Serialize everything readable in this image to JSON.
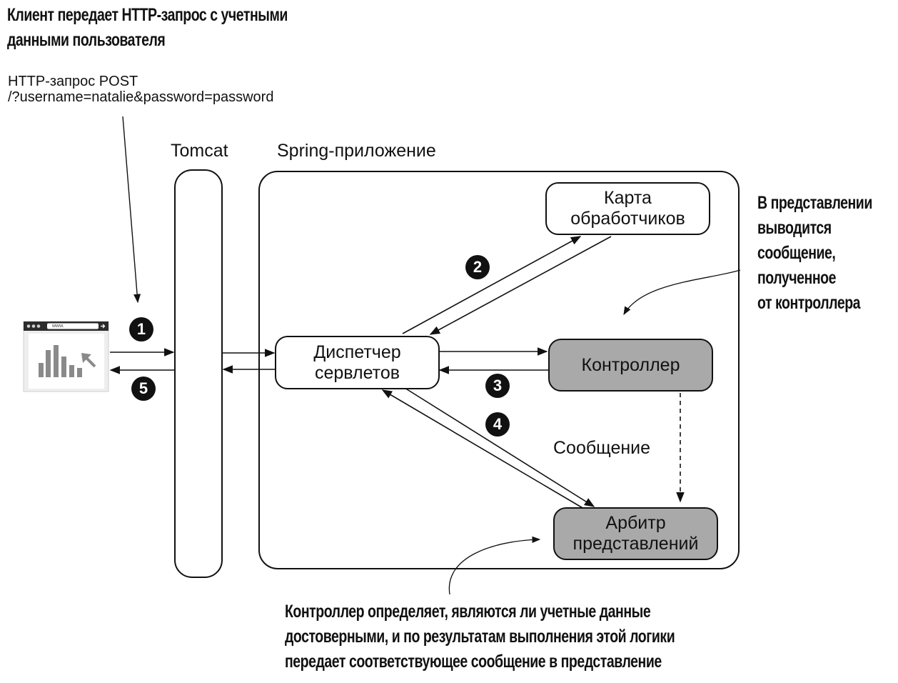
{
  "notes": {
    "top_title_line1": "Клиент передает HTTP-запрос с учетными",
    "top_title_line2": "данными пользователя",
    "request_line1": "HTTP-запрос POST",
    "request_line2": "/?username=natalie&password=password",
    "right_line1": "В представлении",
    "right_line2": "выводится",
    "right_line3": "сообщение,",
    "right_line4": "полученное",
    "right_line5": "от контроллера",
    "bottom_line1": "Контроллер определяет, являются ли учетные данные",
    "bottom_line2": "достоверными, и по результатам выполнения этой логики",
    "bottom_line3": "передает соответствующее сообщение в представление"
  },
  "labels": {
    "tomcat": "Tomcat",
    "spring_app": "Spring-приложение",
    "message": "Сообщение"
  },
  "boxes": {
    "handler_map": "Карта\nобработчиков",
    "dispatcher": "Диспетчер\nсервлетов",
    "controller": "Контроллер",
    "view_resolver": "Арбитр\nпредставлений"
  },
  "badges": [
    "1",
    "2",
    "3",
    "4",
    "5"
  ],
  "browser": {
    "address": "www."
  },
  "colors": {
    "ink": "#111111",
    "gray_box": "#a9a9a9",
    "icon_gray": "#8a8a8a"
  }
}
